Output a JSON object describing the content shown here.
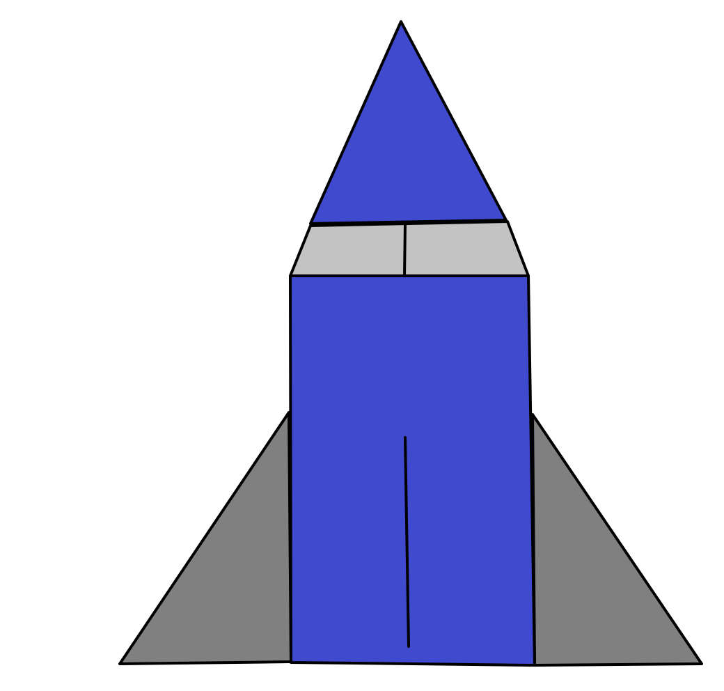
{
  "drawing": {
    "subject": "rocket",
    "colors": {
      "background": "#ffffff",
      "body": "#3f4acf",
      "nose_cone": "#3f4acf",
      "window_band": "#c3c3c3",
      "fins": "#808080",
      "outline": "#000000"
    },
    "parts": [
      {
        "name": "nose-cone"
      },
      {
        "name": "window-band"
      },
      {
        "name": "body"
      },
      {
        "name": "left-fin"
      },
      {
        "name": "right-fin"
      }
    ]
  }
}
